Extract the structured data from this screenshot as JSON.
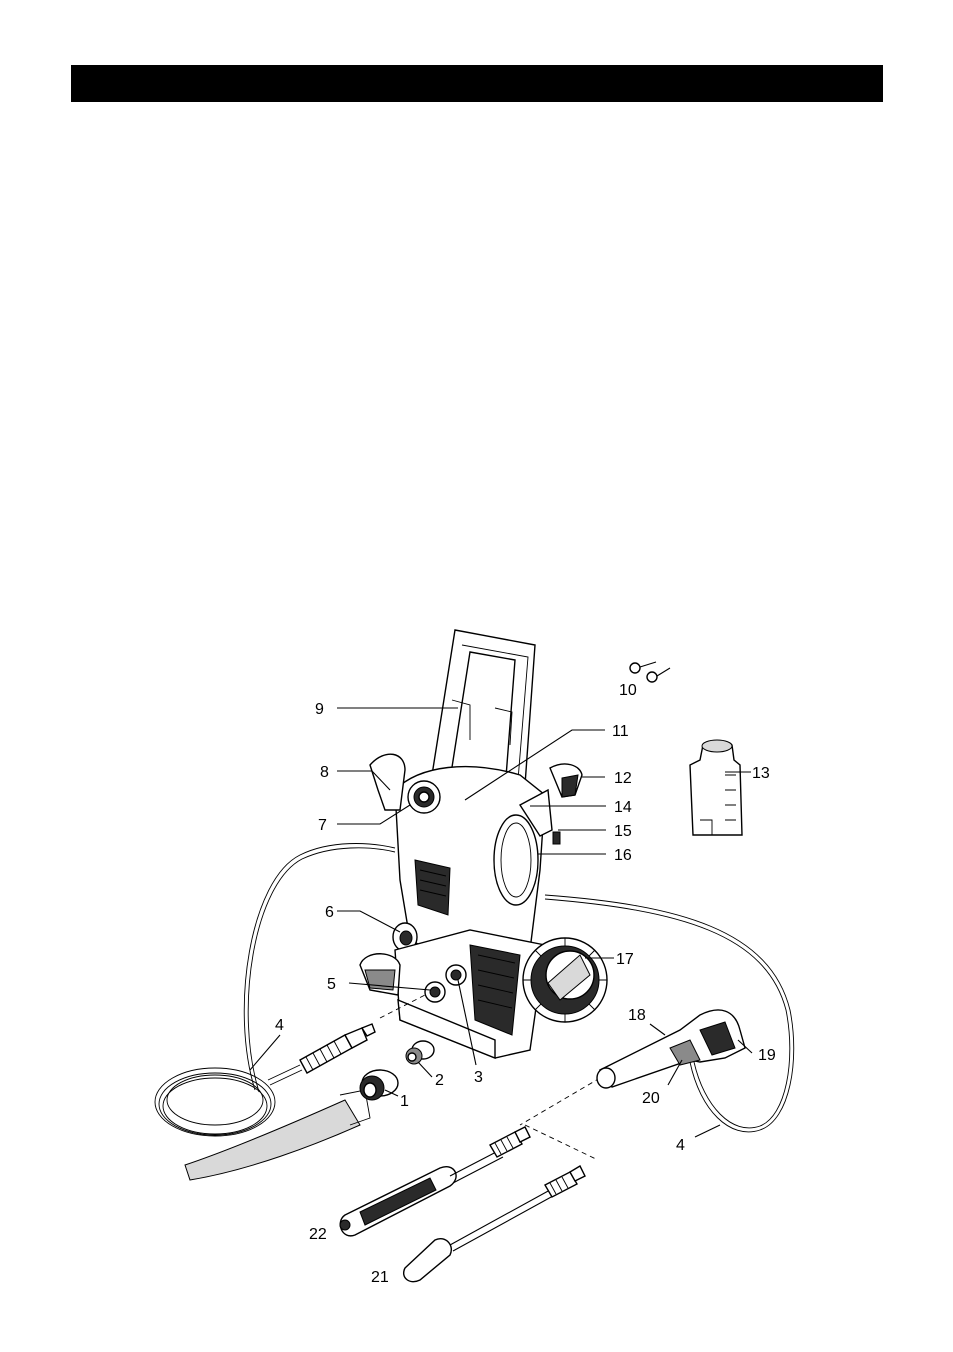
{
  "header": {
    "title": ""
  },
  "callouts": {
    "c1": "1",
    "c2": "2",
    "c3": "3",
    "c4a": "4",
    "c4b": "4",
    "c5": "5",
    "c6": "6",
    "c7": "7",
    "c8": "8",
    "c9": "9",
    "c10": "10",
    "c11": "11",
    "c12": "12",
    "c13": "13",
    "c14": "14",
    "c15": "15",
    "c16": "16",
    "c17": "17",
    "c18": "18",
    "c19": "19",
    "c20": "20",
    "c21": "21",
    "c22": "22"
  }
}
